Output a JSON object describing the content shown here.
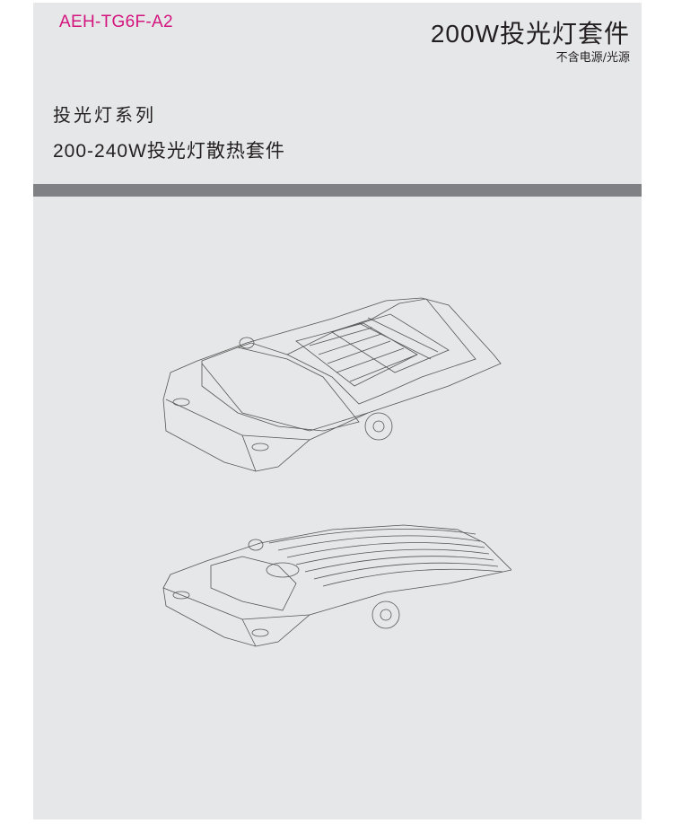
{
  "header": {
    "model_code": "AEH-TG6F-A2",
    "title": "200W投光灯套件",
    "subtitle": "不含电源/光源"
  },
  "content": {
    "series": "投光灯系列",
    "kit_description": "200-240W投光灯散热套件"
  },
  "colors": {
    "accent": "#d4147e",
    "panel": "#e6e7e8",
    "bar": "#808184"
  },
  "illustrations": [
    "floodlight-front-view-drawing",
    "floodlight-back-view-drawing"
  ]
}
